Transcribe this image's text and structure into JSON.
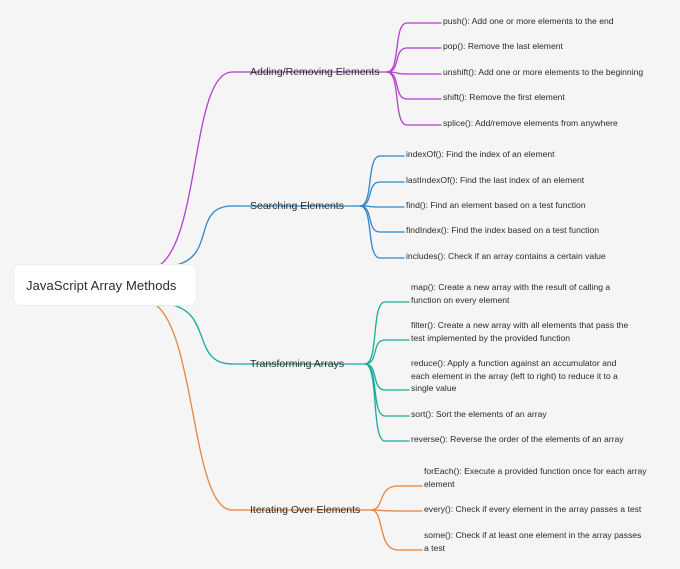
{
  "root": {
    "label": "JavaScript Array Methods"
  },
  "colors": {
    "adding": "#b43fd1",
    "searching": "#2f86c6",
    "transforming": "#18ac9a",
    "iterating": "#e8843c"
  },
  "branches": [
    {
      "label": "Adding/Removing Elements",
      "leaves": [
        [
          "push(): Add one or more elements to the end"
        ],
        [
          "pop(): Remove the last element"
        ],
        [
          "unshift(): Add one or more elements to the beginning"
        ],
        [
          "shift(): Remove the first element"
        ],
        [
          "splice(): Add/remove elements from anywhere"
        ]
      ]
    },
    {
      "label": "Searching Elements",
      "leaves": [
        [
          "indexOf(): Find the index of an element"
        ],
        [
          "lastIndexOf(): Find the last index of an element"
        ],
        [
          "find(): Find an element based on a test function"
        ],
        [
          "findIndex(): Find the index based on a test function"
        ],
        [
          "includes(): Check if an array contains a certain value"
        ]
      ]
    },
    {
      "label": "Transforming Arrays",
      "leaves": [
        [
          "map(): Create a new array with the result of calling a",
          "function on every element"
        ],
        [
          "filter(): Create a new array with all elements that pass the",
          "test implemented by the provided function"
        ],
        [
          "reduce(): Apply a function against an accumulator and",
          "each element in the array (left to right) to reduce it to a",
          "single value"
        ],
        [
          "sort(): Sort the elements of an array"
        ],
        [
          "reverse(): Reverse the order of the elements of an array"
        ]
      ]
    },
    {
      "label": "Iterating Over Elements",
      "leaves": [
        [
          "forEach(): Execute a provided function once for each array",
          "element"
        ],
        [
          "every(): Check if every element in the array passes a test"
        ],
        [
          "some(): Check if at least one element in the array passes",
          "a test"
        ]
      ]
    }
  ]
}
